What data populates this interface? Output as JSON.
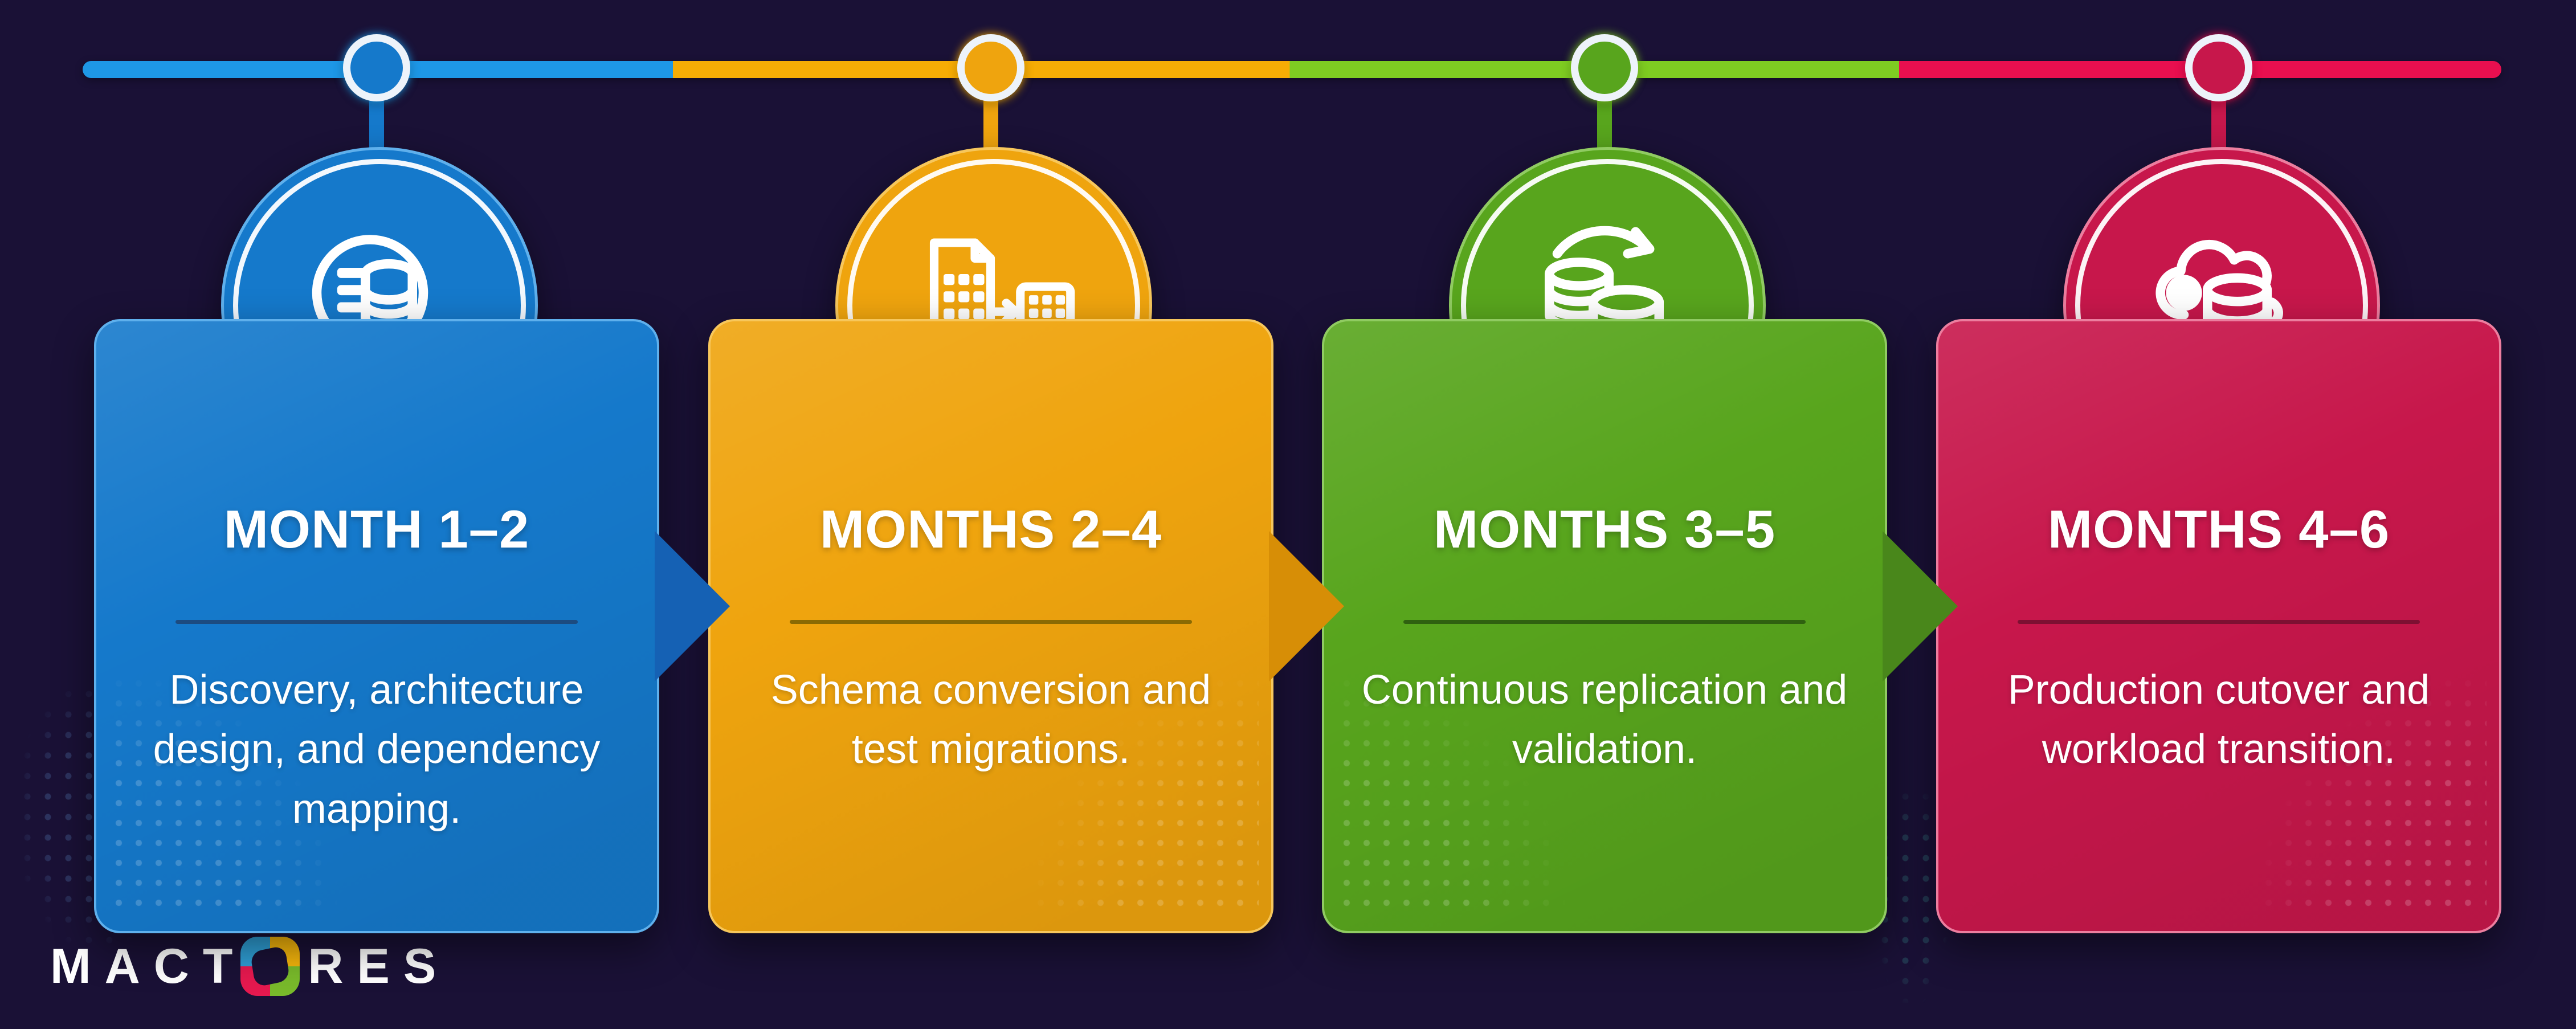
{
  "background": "#1A1136",
  "timeline": {
    "segment_colors": [
      "#1E97E6",
      "#F6AC05",
      "#7ECC22",
      "#E90F4F"
    ]
  },
  "phases": [
    {
      "title": "MONTH 1–2",
      "description": "Discovery, architecture design, and dependency mapping.",
      "icon": "database-discovery-icon",
      "colors": {
        "main": "#1579CB",
        "bar": "#1E97E6",
        "edge": "#5FB0EC",
        "deep": "#1561B4",
        "divider": "#1C4B80"
      }
    },
    {
      "title": "MONTHS 2–4",
      "description": "Schema conversion and test migrations.",
      "icon": "schema-conversion-icon",
      "colors": {
        "main": "#EFA40E",
        "bar": "#F6AC05",
        "edge": "#F7C75C",
        "deep": "#D78E06",
        "divider": "#8A6A03"
      }
    },
    {
      "title": "MONTHS 3–5",
      "description": "Continuous replication and validation.",
      "icon": "database-replication-icon",
      "colors": {
        "main": "#58A51D",
        "bar": "#7ECC22",
        "edge": "#90CB62",
        "deep": "#49871B",
        "divider": "#2F6110"
      }
    },
    {
      "title": "MONTHS 4–6",
      "description": "Production cutover and workload transition.",
      "icon": "cloud-cutover-icon",
      "colors": {
        "main": "#C7174B",
        "bar": "#E90F4F",
        "edge": "#EC7E9F",
        "deep": "#A01238",
        "divider": "#7D1032"
      }
    }
  ],
  "logo": {
    "prefix": "MACT",
    "suffix": "RES",
    "glyph_colors": {
      "top_left": "#2F9FD6",
      "top_right": "#F6B60C",
      "bottom_left": "#E6194F",
      "bottom_right": "#79BA2B"
    }
  }
}
